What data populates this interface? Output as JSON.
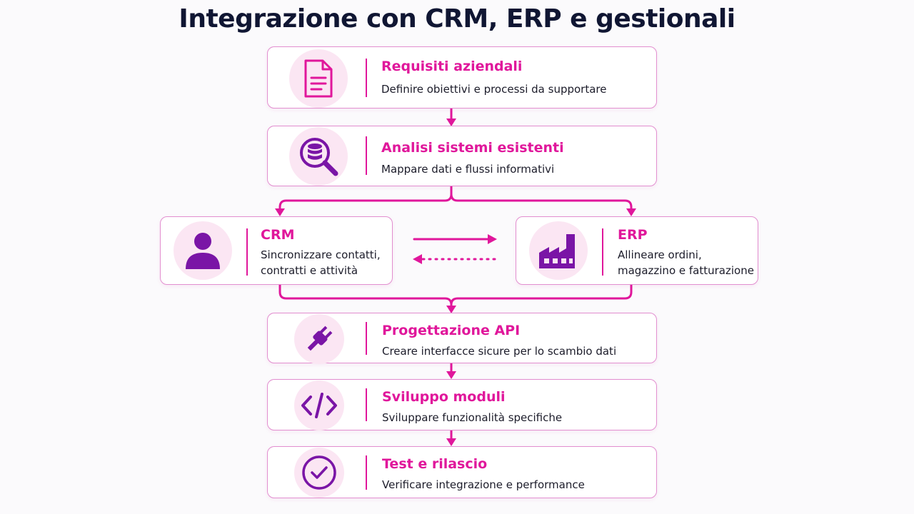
{
  "title": "Integrazione con CRM, ERP e gestionali",
  "colors": {
    "accent_pink": "#e0179b",
    "accent_purple": "#7a15a6",
    "icon_bg": "#fbe6f3",
    "border": "#e28fd0",
    "title_text": "#101633"
  },
  "steps": [
    {
      "title": "Requisiti aziendali",
      "desc": "Definire obiettivi e processi da supportare",
      "icon": "document-icon"
    },
    {
      "title": "Analisi sistemi esistenti",
      "desc": "Mappare dati e flussi informativi",
      "icon": "database-search-icon"
    },
    {
      "title": "CRM",
      "desc": "Sincronizzare contatti, contratti e attività",
      "icon": "user-icon"
    },
    {
      "title": "ERP",
      "desc": "Allineare ordini, magazzino e fatturazione",
      "icon": "factory-icon"
    },
    {
      "title": "Progettazione API",
      "desc": "Creare interfacce sicure per lo scambio dati",
      "icon": "plug-icon"
    },
    {
      "title": "Sviluppo moduli",
      "desc": "Sviluppare funzionalità specifiche",
      "icon": "code-icon"
    },
    {
      "title": "Test e rilascio",
      "desc": "Verificare integrazione e performance",
      "icon": "check-circle-icon"
    }
  ]
}
